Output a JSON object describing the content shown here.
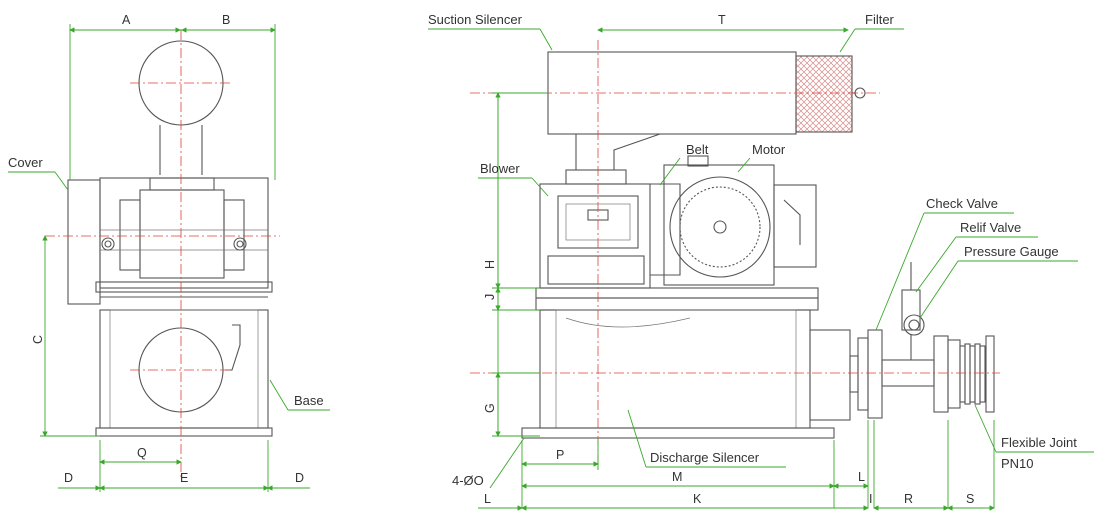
{
  "labels": {
    "cover": "Cover",
    "base": "Base",
    "suction_silencer": "Suction Silencer",
    "filter": "Filter",
    "blower": "Blower",
    "belt": "Belt",
    "motor": "Motor",
    "check_valve": "Check Valve",
    "relif_valve": "Relif Valve",
    "pressure_gauge": "Pressure Gauge",
    "flexible_joint": "Flexible Joint",
    "pn10": "PN10",
    "discharge_silencer": "Discharge Silencer",
    "holes": "4-ØO"
  },
  "dims": {
    "A": "A",
    "B": "B",
    "C": "C",
    "D": "D",
    "E": "E",
    "Q": "Q",
    "T": "T",
    "H": "H",
    "J": "J",
    "G": "G",
    "P": "P",
    "M": "M",
    "L": "L",
    "K": "K",
    "I": "I",
    "R": "R",
    "S": "S"
  },
  "colors": {
    "dimension": "#3aa82c",
    "centerline": "#e0413a",
    "outline": "#555555",
    "filter_mesh": "#d98a8a"
  }
}
